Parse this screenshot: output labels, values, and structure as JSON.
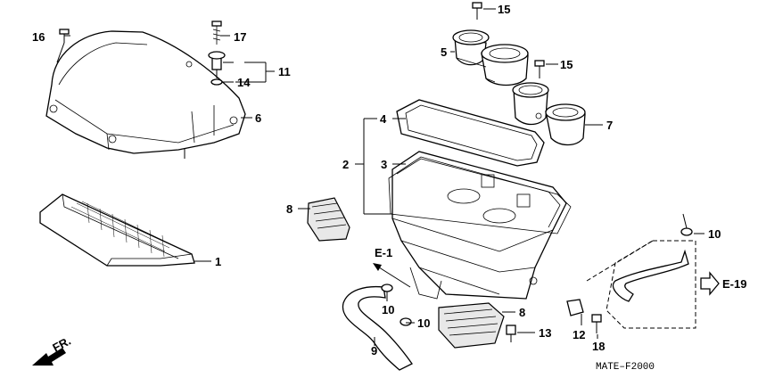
{
  "diagram": {
    "callouts": {
      "c1": "1",
      "c2": "2",
      "c3": "3",
      "c4": "4",
      "c5": "5",
      "c6": "6",
      "c7": "7",
      "c8a": "8",
      "c8b": "8",
      "c9": "9",
      "c10a": "10",
      "c10b": "10",
      "c10c": "10",
      "c11": "11",
      "c12": "12",
      "c13": "13",
      "c14": "14",
      "c15a": "15",
      "c15b": "15",
      "c16": "16",
      "c17": "17",
      "c18": "18"
    },
    "references": {
      "e1": "E-1",
      "e19": "E-19"
    },
    "front_marker": "FR.",
    "figure_code": "MATE–F2000"
  }
}
